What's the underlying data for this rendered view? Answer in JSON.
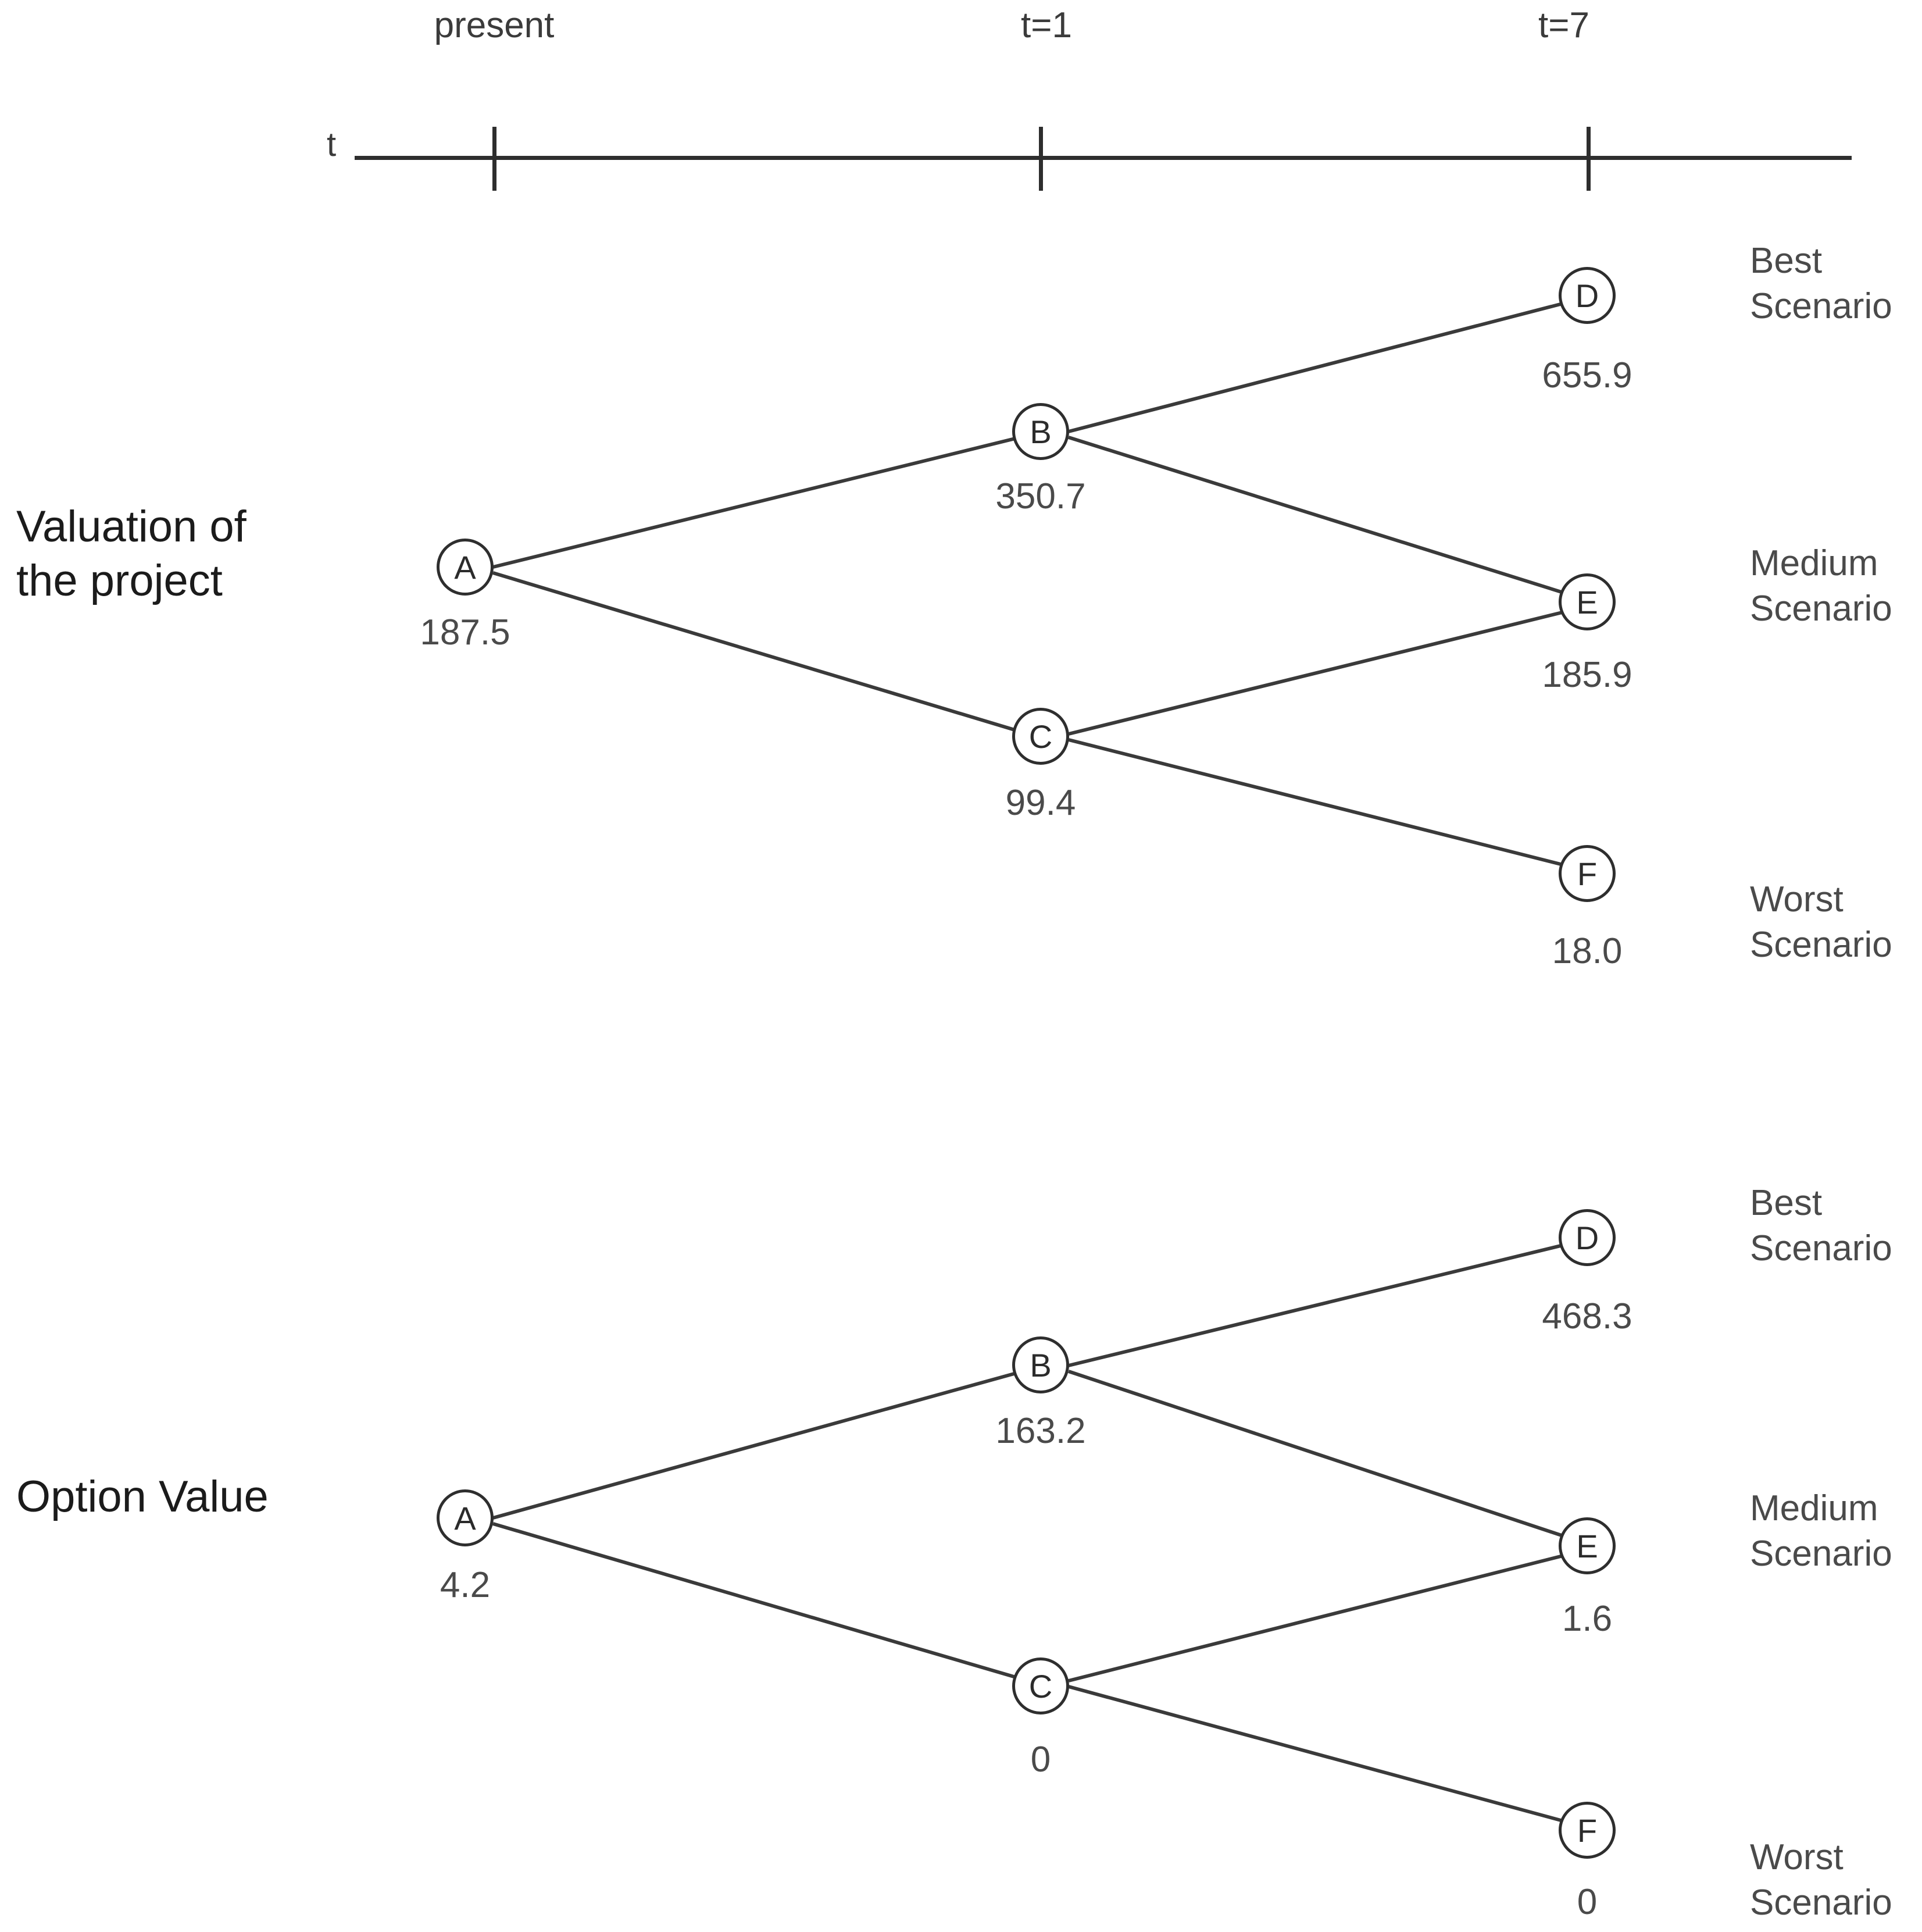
{
  "timeline": {
    "axis_label": "t",
    "ticks": [
      {
        "label": "present"
      },
      {
        "label": "t=1"
      },
      {
        "label": "t=7"
      }
    ]
  },
  "trees": [
    {
      "title_line1": "Valuation of",
      "title_line2": "the project",
      "nodes": {
        "A": {
          "id": "A",
          "value": "187.5"
        },
        "B": {
          "id": "B",
          "value": "350.7"
        },
        "C": {
          "id": "C",
          "value": "99.4"
        },
        "D": {
          "id": "D",
          "value": "655.9"
        },
        "E": {
          "id": "E",
          "value": "185.9"
        },
        "F": {
          "id": "F",
          "value": "18.0"
        }
      },
      "scenarios": {
        "best_line1": "Best",
        "best_line2": "Scenario",
        "medium_line1": "Medium",
        "medium_line2": "Scenario",
        "worst_line1": "Worst",
        "worst_line2": "Scenario"
      }
    },
    {
      "title_line1": "Option Value",
      "title_line2": "",
      "nodes": {
        "A": {
          "id": "A",
          "value": "4.2"
        },
        "B": {
          "id": "B",
          "value": "163.2"
        },
        "C": {
          "id": "C",
          "value": "0"
        },
        "D": {
          "id": "D",
          "value": "468.3"
        },
        "E": {
          "id": "E",
          "value": "1.6"
        },
        "F": {
          "id": "F",
          "value": "0"
        }
      },
      "scenarios": {
        "best_line1": "Best",
        "best_line2": "Scenario",
        "medium_line1": "Medium",
        "medium_line2": "Scenario",
        "worst_line1": "Worst",
        "worst_line2": "Scenario"
      }
    }
  ],
  "chart_data": {
    "type": "diagram",
    "subtype": "binomial-lattice",
    "title": "Binomial valuation lattice and option value lattice",
    "time_axis": {
      "label": "t",
      "ticks": [
        "present",
        "t=1",
        "t=7"
      ]
    },
    "scenario_labels": [
      "Best Scenario",
      "Medium Scenario",
      "Worst Scenario"
    ],
    "lattices": [
      {
        "name": "Valuation of the project",
        "nodes": [
          {
            "id": "A",
            "time": "present",
            "value": 187.5
          },
          {
            "id": "B",
            "time": "t=1",
            "value": 350.7
          },
          {
            "id": "C",
            "time": "t=1",
            "value": 99.4
          },
          {
            "id": "D",
            "time": "t=7",
            "value": 655.9,
            "scenario": "Best Scenario"
          },
          {
            "id": "E",
            "time": "t=7",
            "value": 185.9,
            "scenario": "Medium Scenario"
          },
          {
            "id": "F",
            "time": "t=7",
            "value": 18.0,
            "scenario": "Worst Scenario"
          }
        ],
        "edges": [
          [
            "A",
            "B"
          ],
          [
            "A",
            "C"
          ],
          [
            "B",
            "D"
          ],
          [
            "B",
            "E"
          ],
          [
            "C",
            "E"
          ],
          [
            "C",
            "F"
          ]
        ]
      },
      {
        "name": "Option Value",
        "nodes": [
          {
            "id": "A",
            "time": "present",
            "value": 4.2
          },
          {
            "id": "B",
            "time": "t=1",
            "value": 163.2
          },
          {
            "id": "C",
            "time": "t=1",
            "value": 0
          },
          {
            "id": "D",
            "time": "t=7",
            "value": 468.3,
            "scenario": "Best Scenario"
          },
          {
            "id": "E",
            "time": "t=7",
            "value": 1.6,
            "scenario": "Medium Scenario"
          },
          {
            "id": "F",
            "time": "t=7",
            "value": 0,
            "scenario": "Worst Scenario"
          }
        ],
        "edges": [
          [
            "A",
            "B"
          ],
          [
            "A",
            "C"
          ],
          [
            "B",
            "D"
          ],
          [
            "B",
            "E"
          ],
          [
            "C",
            "E"
          ],
          [
            "C",
            "F"
          ]
        ]
      }
    ]
  }
}
